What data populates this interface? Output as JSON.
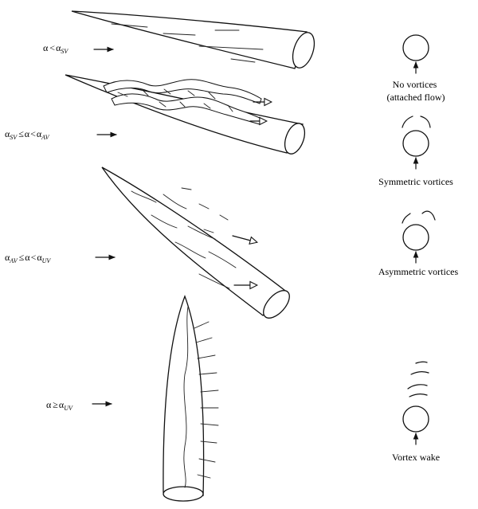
{
  "regimes": [
    {
      "alpha": "α",
      "rel1": "<",
      "alpha2": "α",
      "sub2": "SV",
      "caption": [
        "No vortices",
        "(attached flow)"
      ]
    },
    {
      "alpha_a": "α",
      "sub_a": "SV",
      "rel1": "≤",
      "alpha": "α",
      "rel2": "<",
      "alpha_b": "α",
      "sub_b": "AV",
      "caption": [
        "Symmetric vortices"
      ]
    },
    {
      "alpha_a": "α",
      "sub_a": "AV",
      "rel1": "≤",
      "alpha": "α",
      "rel2": "<",
      "alpha_b": "α",
      "sub_b": "UV",
      "caption": [
        "Asymmetric vortices"
      ]
    },
    {
      "alpha": "α",
      "rel1": "≥",
      "alpha2": "α",
      "sub2": "UV",
      "caption": [
        "Vortex wake"
      ]
    }
  ]
}
